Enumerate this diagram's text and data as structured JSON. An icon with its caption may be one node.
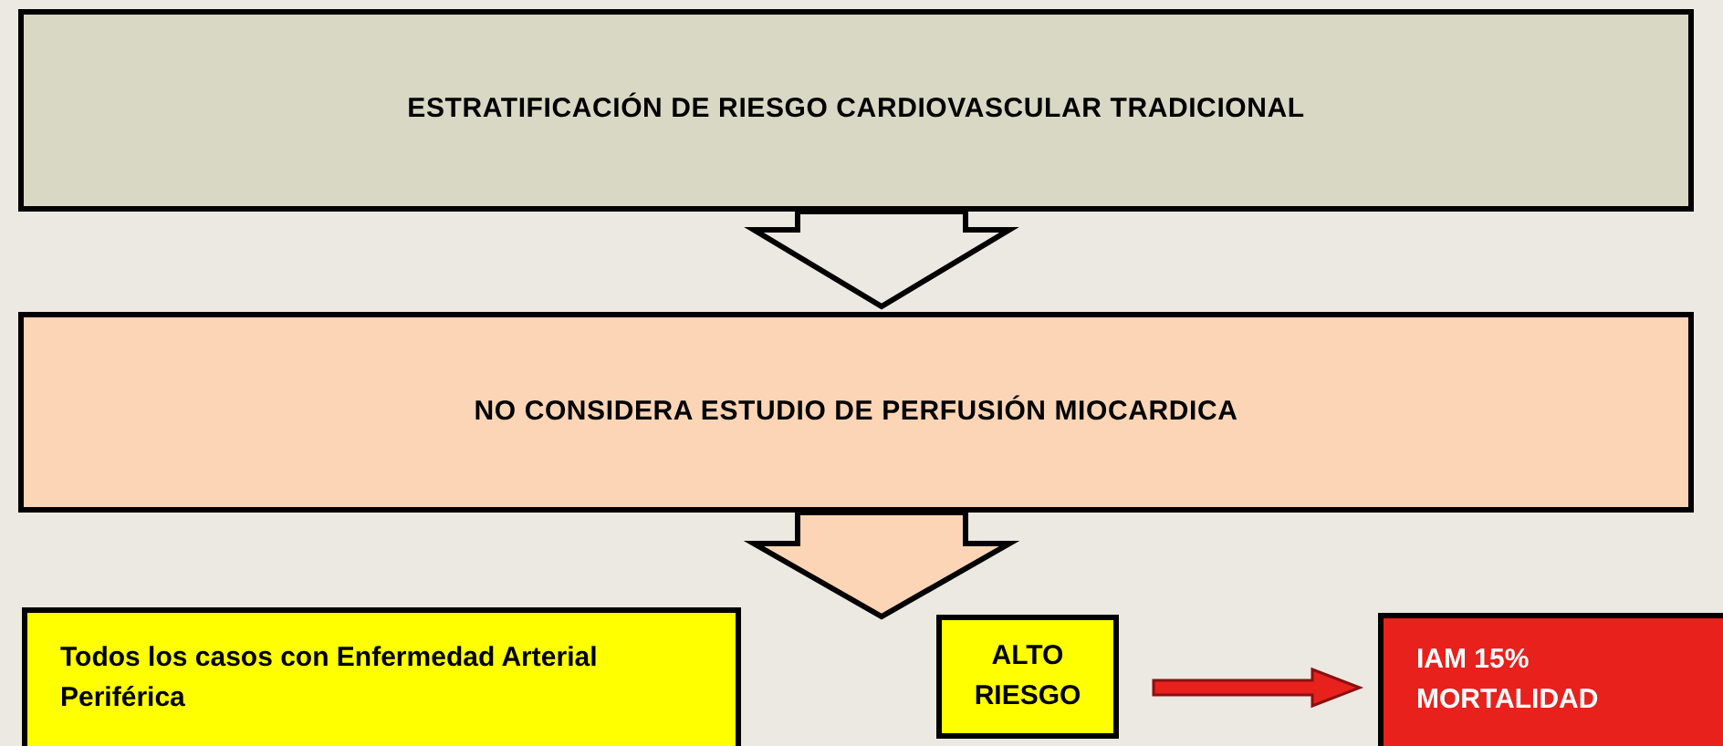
{
  "diagram": {
    "nodes": [
      {
        "text": [
          "ESTRATIFICACIÓN DE RIESGO CARDIOVASCULAR TRADICIONAL"
        ]
      },
      {
        "text": [
          "NO CONSIDERA ESTUDIO DE PERFUSIÓN MIOCARDICA"
        ]
      },
      {
        "text": [
          "Todos los casos con Enfermedad Arterial Periférica"
        ]
      },
      {
        "text": [
          "ALTO RIESGO"
        ]
      },
      {
        "text": [
          "IAM 15% MORTALIDAD"
        ]
      }
    ],
    "edges": [
      {
        "from": 0,
        "to": 1,
        "arrow": "to"
      },
      {
        "from": 1,
        "to": null,
        "arrow": "to",
        "color": "#fbd5b5"
      },
      {
        "from": 3,
        "to": 4,
        "arrow": "to",
        "color": "#e8211d"
      }
    ]
  }
}
